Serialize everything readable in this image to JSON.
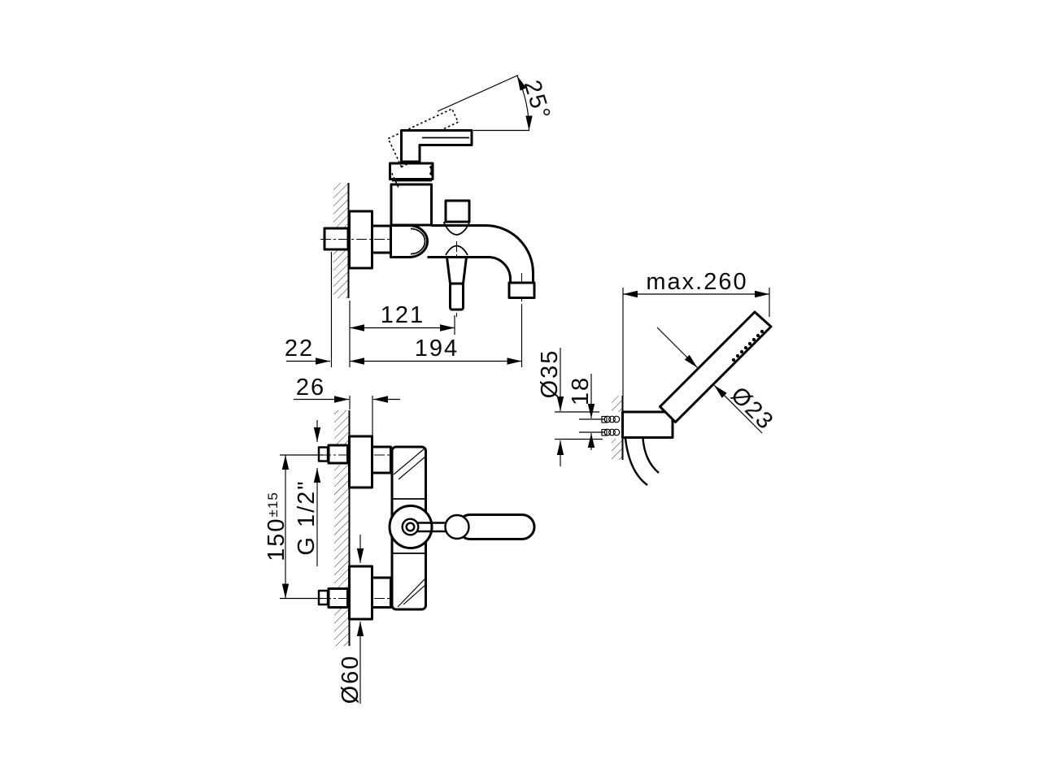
{
  "page": {
    "background": "#ffffff",
    "ink": "#000000"
  },
  "views": {
    "mixer_side": {
      "dims": {
        "handle_angle": "25°",
        "spout_projection": "121",
        "overall_projection": "194",
        "union_depth": "22"
      }
    },
    "mixer_front": {
      "dims": {
        "escutcheon_depth": "26",
        "inlet_centres": "150",
        "inlet_centres_tolerance": "±15",
        "thread": "G 1/2\"",
        "escutcheon_diameter": "Ø60"
      }
    },
    "handshower": {
      "dims": {
        "hose_side_max": "max.260",
        "bracket_diameter": "Ø35",
        "fixing_centres": "18",
        "handle_diameter": "Ø23"
      }
    }
  }
}
